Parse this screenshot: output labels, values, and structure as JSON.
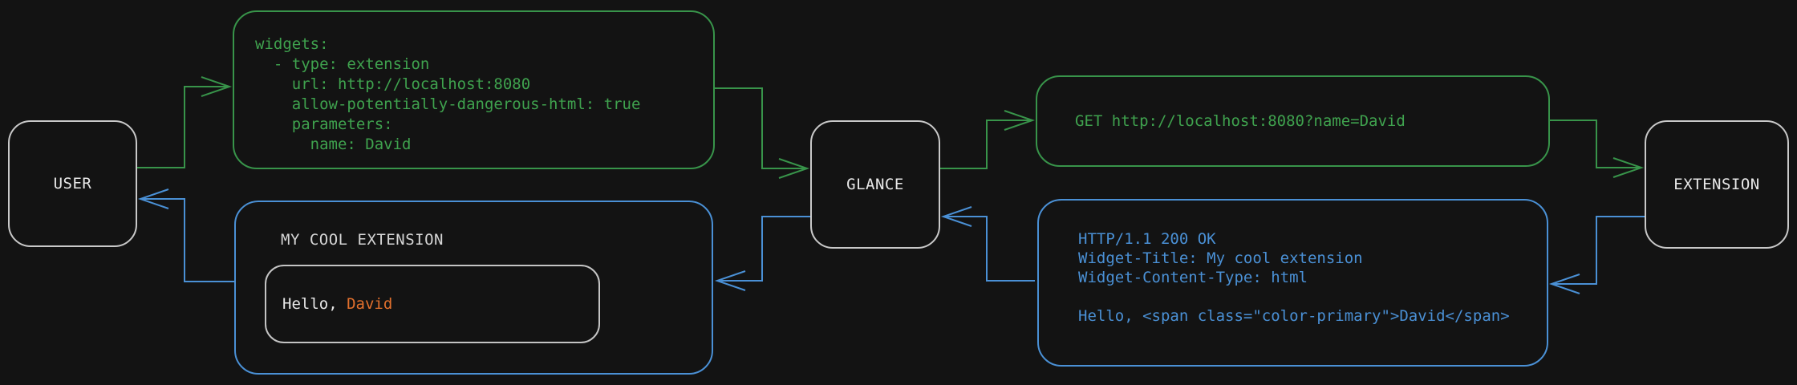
{
  "colors": {
    "background": "#131313",
    "green": "#3fa24e",
    "blue": "#4a90d5",
    "orange": "#e2702d",
    "node_border": "#c9c9c9"
  },
  "nodes": {
    "user": {
      "label": "USER"
    },
    "glance": {
      "label": "GLANCE"
    },
    "extension": {
      "label": "EXTENSION"
    }
  },
  "config_box": {
    "code": "widgets:\n  - type: extension\n    url: http://localhost:8080\n    allow-potentially-dangerous-html: true\n    parameters:\n      name: David"
  },
  "request_box": {
    "code": "GET http://localhost:8080?name=David"
  },
  "response_box": {
    "code": "HTTP/1.1 200 OK\nWidget-Title: My cool extension\nWidget-Content-Type: html\n\nHello, <span class=\"color-primary\">David</span>"
  },
  "widget_box": {
    "title": "MY COOL EXTENSION",
    "greeting_prefix": "Hello, ",
    "greeting_name": "David"
  }
}
